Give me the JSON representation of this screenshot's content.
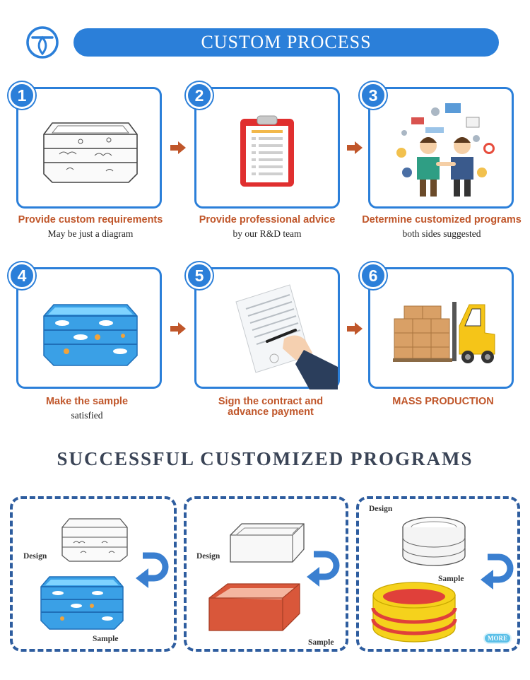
{
  "header": {
    "title": "CUSTOM PROCESS",
    "logo_icon": "brand-logo-icon",
    "accent": "#2b7fd9"
  },
  "steps": [
    {
      "number": "1",
      "title": "Provide custom requirements",
      "subtitle": "May be just a diagram",
      "icon": "pool-sketch-icon"
    },
    {
      "number": "2",
      "title": "Provide professional advice",
      "subtitle": "by our R&D team",
      "icon": "clipboard-icon"
    },
    {
      "number": "3",
      "title": "Determine customized programs",
      "subtitle": "both sides suggested",
      "icon": "handshake-icon"
    },
    {
      "number": "4",
      "title": "Make the sample",
      "subtitle": "satisfied",
      "icon": "pool-sample-icon"
    },
    {
      "number": "5",
      "title": "Sign the contract and",
      "title2": "advance payment",
      "icon": "signing-contract-icon"
    },
    {
      "number": "6",
      "title": "MASS PRODUCTION",
      "icon": "forklift-icon"
    }
  ],
  "programs": {
    "title": "SUCCESSFUL CUSTOMIZED PROGRAMS",
    "cases": [
      {
        "design_label": "Design",
        "sample_label": "Sample"
      },
      {
        "design_label": "Design",
        "sample_label": "Sample"
      },
      {
        "design_label": "Design",
        "sample_label": "Sample"
      }
    ],
    "more_label": "MORE"
  },
  "colors": {
    "step_title": "#c0562a",
    "arrow": "#c0562a",
    "dash": "#2e5d9f",
    "turn_arrow": "#3a7fd0"
  }
}
